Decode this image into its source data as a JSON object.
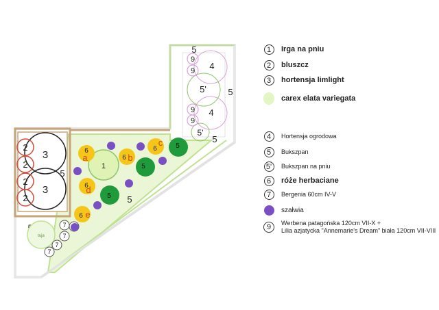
{
  "colors": {
    "border_brown": "#c8a47a",
    "border_green": "#bfe28f",
    "lawn_fill": "#eaf6d6",
    "red_circle": "#d64a3a",
    "pink_circle": "#d9a3d9",
    "green_outline": "#8fc56b",
    "yellow": "#f5c518",
    "dark_green": "#1f9b3b",
    "purple": "#7a4fc4",
    "light_green_blob": "#dff3b4",
    "label_red": "#d0461b"
  },
  "plan": {
    "label_3a": "3",
    "label_3b": "3",
    "label_2a": "2",
    "label_2b": "2",
    "label_2c": "2",
    "label_2d": "2",
    "label_5_left": "5",
    "label_5_bottom_left": "5",
    "label_1": "1",
    "label_6": "6",
    "label_a": "a",
    "label_b": "b",
    "label_c": "c",
    "label_d": "d",
    "label_e": "e",
    "label_5_green": "5",
    "label_5_lawn": "5",
    "label_5_diag": "5",
    "label_5_top": "5",
    "label_5_right": "5",
    "label_9": "9",
    "label_4": "4",
    "label_5prime": "5'",
    "label_7": "7",
    "label_tuja": "tuja"
  },
  "legend": {
    "items": [
      {
        "symbol": "1",
        "text": "Irga na pniu"
      },
      {
        "symbol": "2",
        "text": "bluszcz"
      },
      {
        "symbol": "3",
        "text": "hortensja limlight"
      },
      {
        "symbol": "",
        "text": "carex elata variegata"
      },
      {
        "symbol": "4",
        "text": "Hortensja ogrodowa"
      },
      {
        "symbol": "5",
        "text": "Bukszpan"
      },
      {
        "symbol": "5'",
        "text": "Bukszpan na pniu"
      },
      {
        "symbol": "6",
        "text": "róże herbaciane"
      },
      {
        "symbol": "7",
        "text": "Bergenia 60cm IV-V"
      },
      {
        "symbol": "",
        "text": "szałwia"
      },
      {
        "symbol": "9",
        "text": "Werbena patagońska 120cm VII-X +",
        "text2": "Lilia azjatycka \"Annemarie's Dream\" biała 120cm VII-VIII"
      }
    ]
  }
}
